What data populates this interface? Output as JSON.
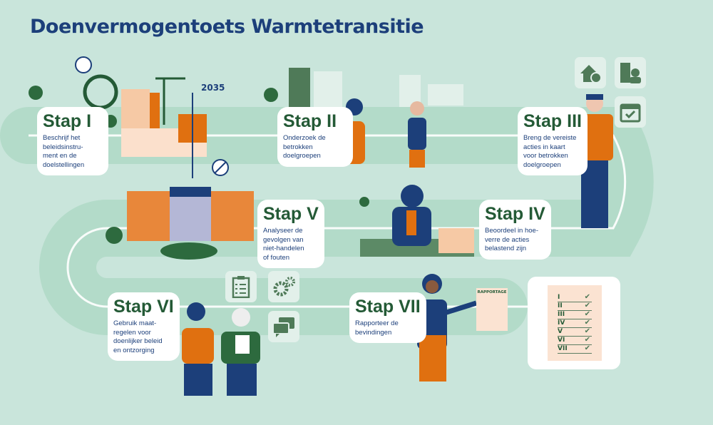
{
  "title": "Doenvermogentoets Warmtetransitie",
  "year_label": "2035",
  "steps": [
    {
      "label": "Stap I",
      "text": "Beschrijf het\nbeleidsinstru-\nment en de\ndoelstellingen"
    },
    {
      "label": "Stap II",
      "text": "Onderzoek de\nbetrokken\ndoelgroepen"
    },
    {
      "label": "Stap III",
      "text": "Breng de vereiste\nacties in kaart\nvoor betrokken\ndoelgroepen"
    },
    {
      "label": "Stap IV",
      "text": "Beoordeel in hoe-\nverre de acties\nbelastend zijn"
    },
    {
      "label": "Stap V",
      "text": "Analyseer de\ngevolgen van\nniet-handelen\nof fouten"
    },
    {
      "label": "Stap VI",
      "text": "Gebruik maat-\nregelen voor\ndoenlijker beleid\nen ontzorging"
    },
    {
      "label": "Stap VII",
      "text": "Rapporteer de\nbevindingen"
    }
  ],
  "report": {
    "title": "RAPPORTAGE"
  },
  "checklist": [
    "I",
    "II",
    "III",
    "IV",
    "V",
    "VI",
    "VII"
  ],
  "icons": [
    "house-euro-icon",
    "worker-icon",
    "calendar-check-icon",
    "clipboard-checklist-icon",
    "gears-icon",
    "chat-bubbles-icon",
    "no-gas-icon"
  ],
  "colors": {
    "background": "#c9e5db",
    "path": "#b3dbc9",
    "heading": "#245a36",
    "text": "#1c3f7a",
    "accent": "#e07010"
  }
}
